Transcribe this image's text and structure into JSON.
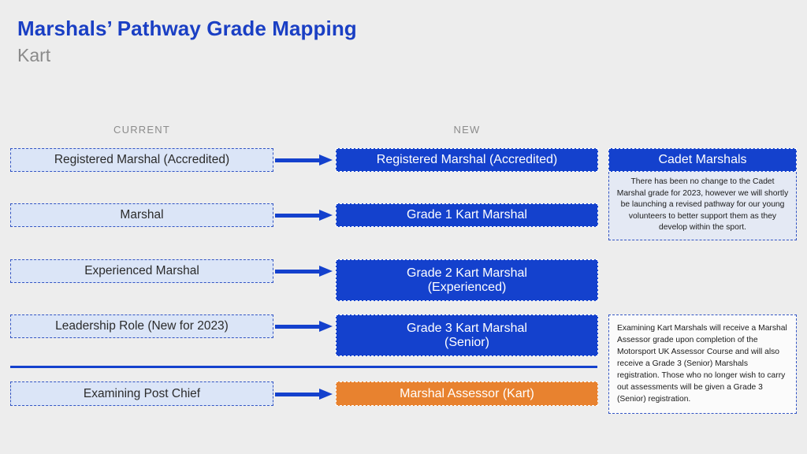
{
  "header": {
    "title": "Marshals’ Pathway Grade Mapping",
    "subtitle": "Kart"
  },
  "colors": {
    "brand_blue": "#1441cd",
    "title_blue": "#1a3fc4",
    "accent_orange": "#e8822f",
    "current_box_fill": "#dbe5f7",
    "background": "#ededed",
    "header_text_gray": "#8c8c8c"
  },
  "columns": {
    "current_label": "CURRENT",
    "new_label": "NEW"
  },
  "rows": [
    {
      "current": "Registered Marshal (Accredited)",
      "new": "Registered Marshal (Accredited)",
      "new_style": "blue",
      "arrow": "arrow-right-icon"
    },
    {
      "current": "Marshal",
      "new": "Grade 1 Kart Marshal",
      "new_style": "blue",
      "arrow": "arrow-right-icon"
    },
    {
      "current": "Experienced Marshal",
      "new": "Grade 2 Kart Marshal\n(Experienced)",
      "new_style": "blue",
      "arrow": "arrow-right-icon"
    },
    {
      "current": "Leadership Role (New for 2023)",
      "new": "Grade 3 Kart Marshal\n(Senior)",
      "new_style": "blue",
      "arrow": "arrow-right-icon"
    },
    {
      "current": "Examining Post Chief",
      "new": "Marshal Assessor (Kart)",
      "new_style": "orange",
      "arrow": "arrow-right-icon"
    }
  ],
  "panels": {
    "cadet": {
      "title": "Cadet Marshals",
      "body": "There has been no change to the Cadet Marshal grade for 2023, however we will shortly be launching a revised pathway for our young volunteers to better support them as they develop within the sport."
    },
    "assessor": {
      "body": "Examining Kart Marshals will receive a Marshal Assessor grade upon completion of the Motorsport UK Assessor Course and will also receive a Grade 3 (Senior) Marshals registration. Those who no longer wish to carry out assessments will be given a Grade 3 (Senior) registration."
    }
  }
}
